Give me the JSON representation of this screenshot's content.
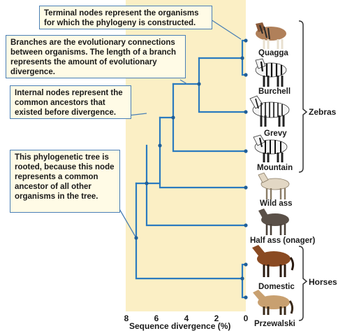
{
  "callouts": {
    "terminal": "Terminal nodes represent the organisms for which the phylogeny is constructed.",
    "branches": "Branches are the evolutionary connections between organisms. The length of a branch represents the amount of evolutionary divergence.",
    "internal": "Internal nodes represent the common ancestors that existed before divergence.",
    "rooted": "This phylogenetic tree is rooted, because this node represents a common ancestor of all other organisms in the tree."
  },
  "leaves": [
    {
      "name": "Quagga",
      "icon": "quagga-icon"
    },
    {
      "name": "Burchell",
      "icon": "zebra-icon"
    },
    {
      "name": "Grevy",
      "icon": "zebra-icon"
    },
    {
      "name": "Mountain",
      "icon": "zebra-icon"
    },
    {
      "name": "Wild ass",
      "icon": "ass-icon"
    },
    {
      "name": "Half ass (onager)",
      "icon": "onager-icon"
    },
    {
      "name": "Domestic",
      "icon": "horse-icon"
    },
    {
      "name": "Przewalski",
      "icon": "horse-icon"
    }
  ],
  "groups": {
    "zebras": "Zebras",
    "horses": "Horses"
  },
  "axis": {
    "label": "Sequence divergence (%)",
    "ticks": [
      "8",
      "6",
      "4",
      "2",
      "0"
    ]
  },
  "colors": {
    "tree": "#2b7bbf",
    "node": "#1f5f99",
    "band": "#fbefc5",
    "callout_border": "#4a7fb5",
    "callout_bg": "#fffbe6",
    "bracket": "#333333"
  }
}
